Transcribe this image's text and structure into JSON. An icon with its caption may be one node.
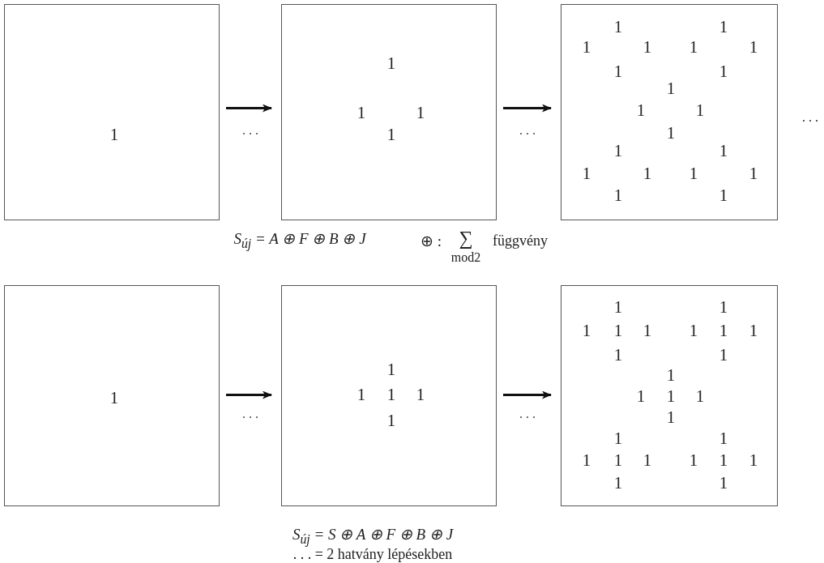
{
  "diagram": {
    "nodes": [
      {
        "text": [
          "1"
        ]
      },
      {
        "text": [
          "1",
          "1",
          "1",
          "1"
        ]
      },
      {
        "text": [
          "1",
          "1",
          "1",
          "1",
          "1",
          "1",
          "1",
          "1",
          "1",
          "1",
          "1",
          "1",
          "1",
          "1",
          "1",
          "1",
          "1",
          "1",
          "1",
          "1"
        ]
      },
      {
        "text": [
          "1"
        ]
      },
      {
        "text": [
          "1",
          "1",
          "1",
          "1",
          "1"
        ]
      },
      {
        "text": [
          "1",
          "1",
          "1",
          "1",
          "1",
          "1",
          "1",
          "1",
          "1",
          "1",
          "1",
          "1",
          "1",
          "1",
          "1",
          "1",
          "1",
          "1",
          "1",
          "1",
          "1",
          "1",
          "1",
          "1",
          "1"
        ]
      }
    ],
    "edges": [
      {
        "from": 0,
        "to": 1,
        "arrow": "to",
        "label": ". . ."
      },
      {
        "from": 1,
        "to": 2,
        "arrow": "to",
        "label": ". . ."
      },
      {
        "from": 3,
        "to": 4,
        "arrow": "to",
        "label": ". . ."
      },
      {
        "from": 4,
        "to": 5,
        "arrow": "to",
        "label": ". . ."
      }
    ],
    "labels": [
      ". . .",
      "S$_{új}$ = A ⊕ F ⊕ B ⊕ J",
      "⊕ :",
      "∑",
      "mod2",
      "függvény",
      "S$_{új}$ = S ⊕ A ⊕ F ⊕ B ⊕ J",
      ". . . = 2 hatvány lépésekben"
    ]
  }
}
